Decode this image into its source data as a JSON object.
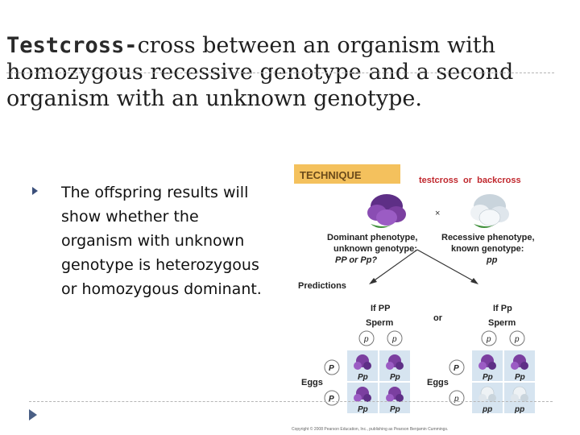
{
  "slide": {
    "title_term": "Testcross-",
    "title_rest": "cross between an organism with homozygous recessive genotype and a second organism with an unknown genotype.",
    "bullet": "The offspring results will show whether the organism with unknown genotype is heterozygous or homozygous dominant."
  },
  "figure": {
    "header": "TECHNIQUE",
    "cross_label": "testcross  or  backcross",
    "times": "×",
    "dom_line1": "Dominant phenotype,",
    "dom_line2": "unknown genotype:",
    "dom_line3": "PP or Pp?",
    "rec_line1": "Recessive phenotype,",
    "rec_line2": "known genotype:",
    "rec_line3": "pp",
    "predictions": "Predictions",
    "if_pp": "If PP",
    "or": "or",
    "if_Pp": "If Pp",
    "sperm": "Sperm",
    "eggs": "Eggs",
    "sperm_left": [
      "p",
      "p"
    ],
    "eggs_left": [
      "P",
      "P"
    ],
    "sperm_right": [
      "p",
      "p"
    ],
    "eggs_right": [
      "P",
      "p"
    ],
    "grid_left": [
      "Pp",
      "Pp",
      "Pp",
      "Pp"
    ],
    "grid_right": [
      "Pp",
      "Pp",
      "pp",
      "pp"
    ],
    "copyright": "Copyright © 2008 Pearson Education, Inc., publishing as Pearson Benjamin Cummings.",
    "colors": {
      "header_bg": "#f4c15d",
      "cross_text": "#c0272d",
      "purple": "#7b3fa0",
      "white_flower": "#dfe6ec",
      "grid_bg": "#d6e4f0"
    }
  }
}
